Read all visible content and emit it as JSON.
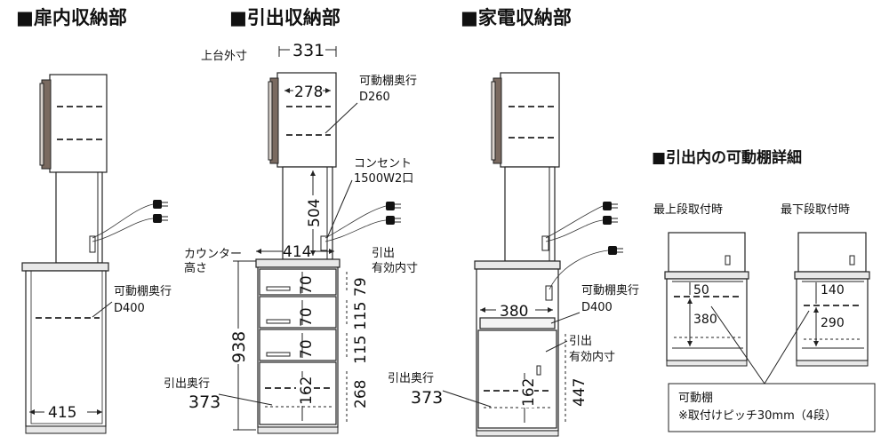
{
  "headers": {
    "door": "■扉内収納部",
    "drawer": "■引出収納部",
    "appliance": "■家電収納部",
    "detail": "■引出内の可動棚詳細"
  },
  "door_section": {
    "shelf_depth_label": "可動棚奥行",
    "shelf_depth_value": "D400",
    "width": "415"
  },
  "drawer_section": {
    "upper_outer_label": "上台外寸",
    "upper_outer_value": "331",
    "inner_width": "278",
    "shelf_depth_label": "可動棚奥行",
    "shelf_depth_value": "D260",
    "outlet_label": "コンセント",
    "outlet_value": "1500W2口",
    "counter_label": "カウンター",
    "counter_label2": "高さ",
    "gap_height": "504",
    "depth_414": "414",
    "counter_height": "938",
    "drawer_inner_label": "引出",
    "drawer_inner_label2": "有効内寸",
    "drawer_heights": [
      "70",
      "70",
      "70",
      "162"
    ],
    "drawer_inner_heights": [
      "79",
      "115",
      "115",
      "268"
    ],
    "drawer_depth_label": "引出奥行",
    "drawer_depth_value": "373"
  },
  "appliance_section": {
    "width": "380",
    "shelf_depth_label": "可動棚奥行",
    "shelf_depth_value": "D400",
    "drawer_inner_label": "引出",
    "drawer_inner_label2": "有効内寸",
    "drawer_depth_label": "引出奥行",
    "drawer_depth_value": "373",
    "drawer_height": "162",
    "drawer_inner_height": "447"
  },
  "detail_section": {
    "top_label": "最上段取付時",
    "bottom_label": "最下段取付時",
    "top_dims": [
      "50",
      "380"
    ],
    "bottom_dims": [
      "140",
      "290"
    ],
    "note_title": "可動棚",
    "note_body": "※取付けピッチ30mm（4段）"
  }
}
